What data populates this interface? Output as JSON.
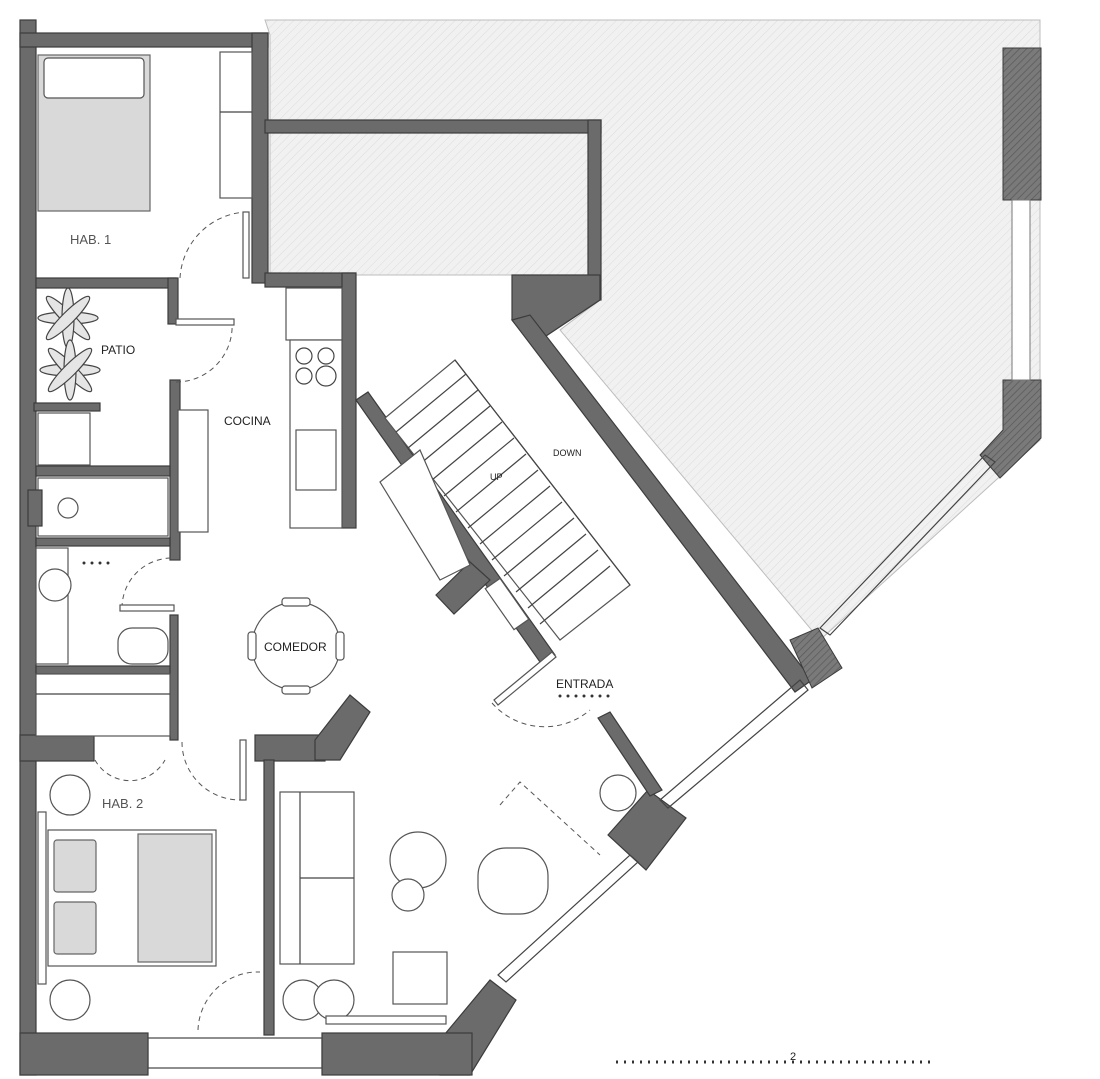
{
  "rooms": {
    "hab1": "HAB. 1",
    "patio": "PATIO",
    "cocina": "COCINA",
    "comedor": "COMEDOR",
    "entrada": "ENTRADA",
    "hab2": "HAB. 2"
  },
  "stairs": {
    "up": "UP",
    "down": "DOWN"
  },
  "scale_label": "2",
  "colors": {
    "wall": "#6b6b6b",
    "hatch": "#e8e8e8",
    "furniture_fill": "#d9d9d9"
  }
}
